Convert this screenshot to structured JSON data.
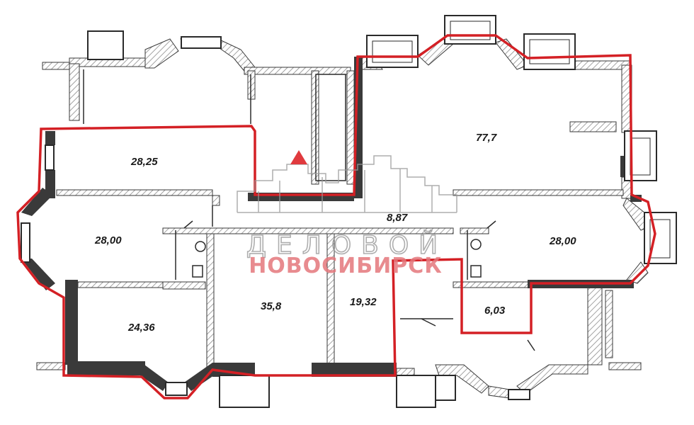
{
  "watermark": {
    "line1": "ДЕЛОВОЙ",
    "line2": "НОВОСИБИРСК",
    "logo_color": "#e03a3e",
    "text_color": "#e4777c"
  },
  "colors": {
    "wall": "#3a3a3a",
    "hatch": "#8c8c8c",
    "outline": "#d42025"
  },
  "rooms": [
    {
      "id": "room-1",
      "area": "28,25"
    },
    {
      "id": "room-2",
      "area": "77,7"
    },
    {
      "id": "room-3",
      "area": "8,87"
    },
    {
      "id": "room-4",
      "area": "28,00"
    },
    {
      "id": "room-5",
      "area": "28,00"
    },
    {
      "id": "room-6",
      "area": "35,8"
    },
    {
      "id": "room-7",
      "area": "19,32"
    },
    {
      "id": "room-8",
      "area": "24,36"
    },
    {
      "id": "room-9",
      "area": "6,03"
    }
  ]
}
